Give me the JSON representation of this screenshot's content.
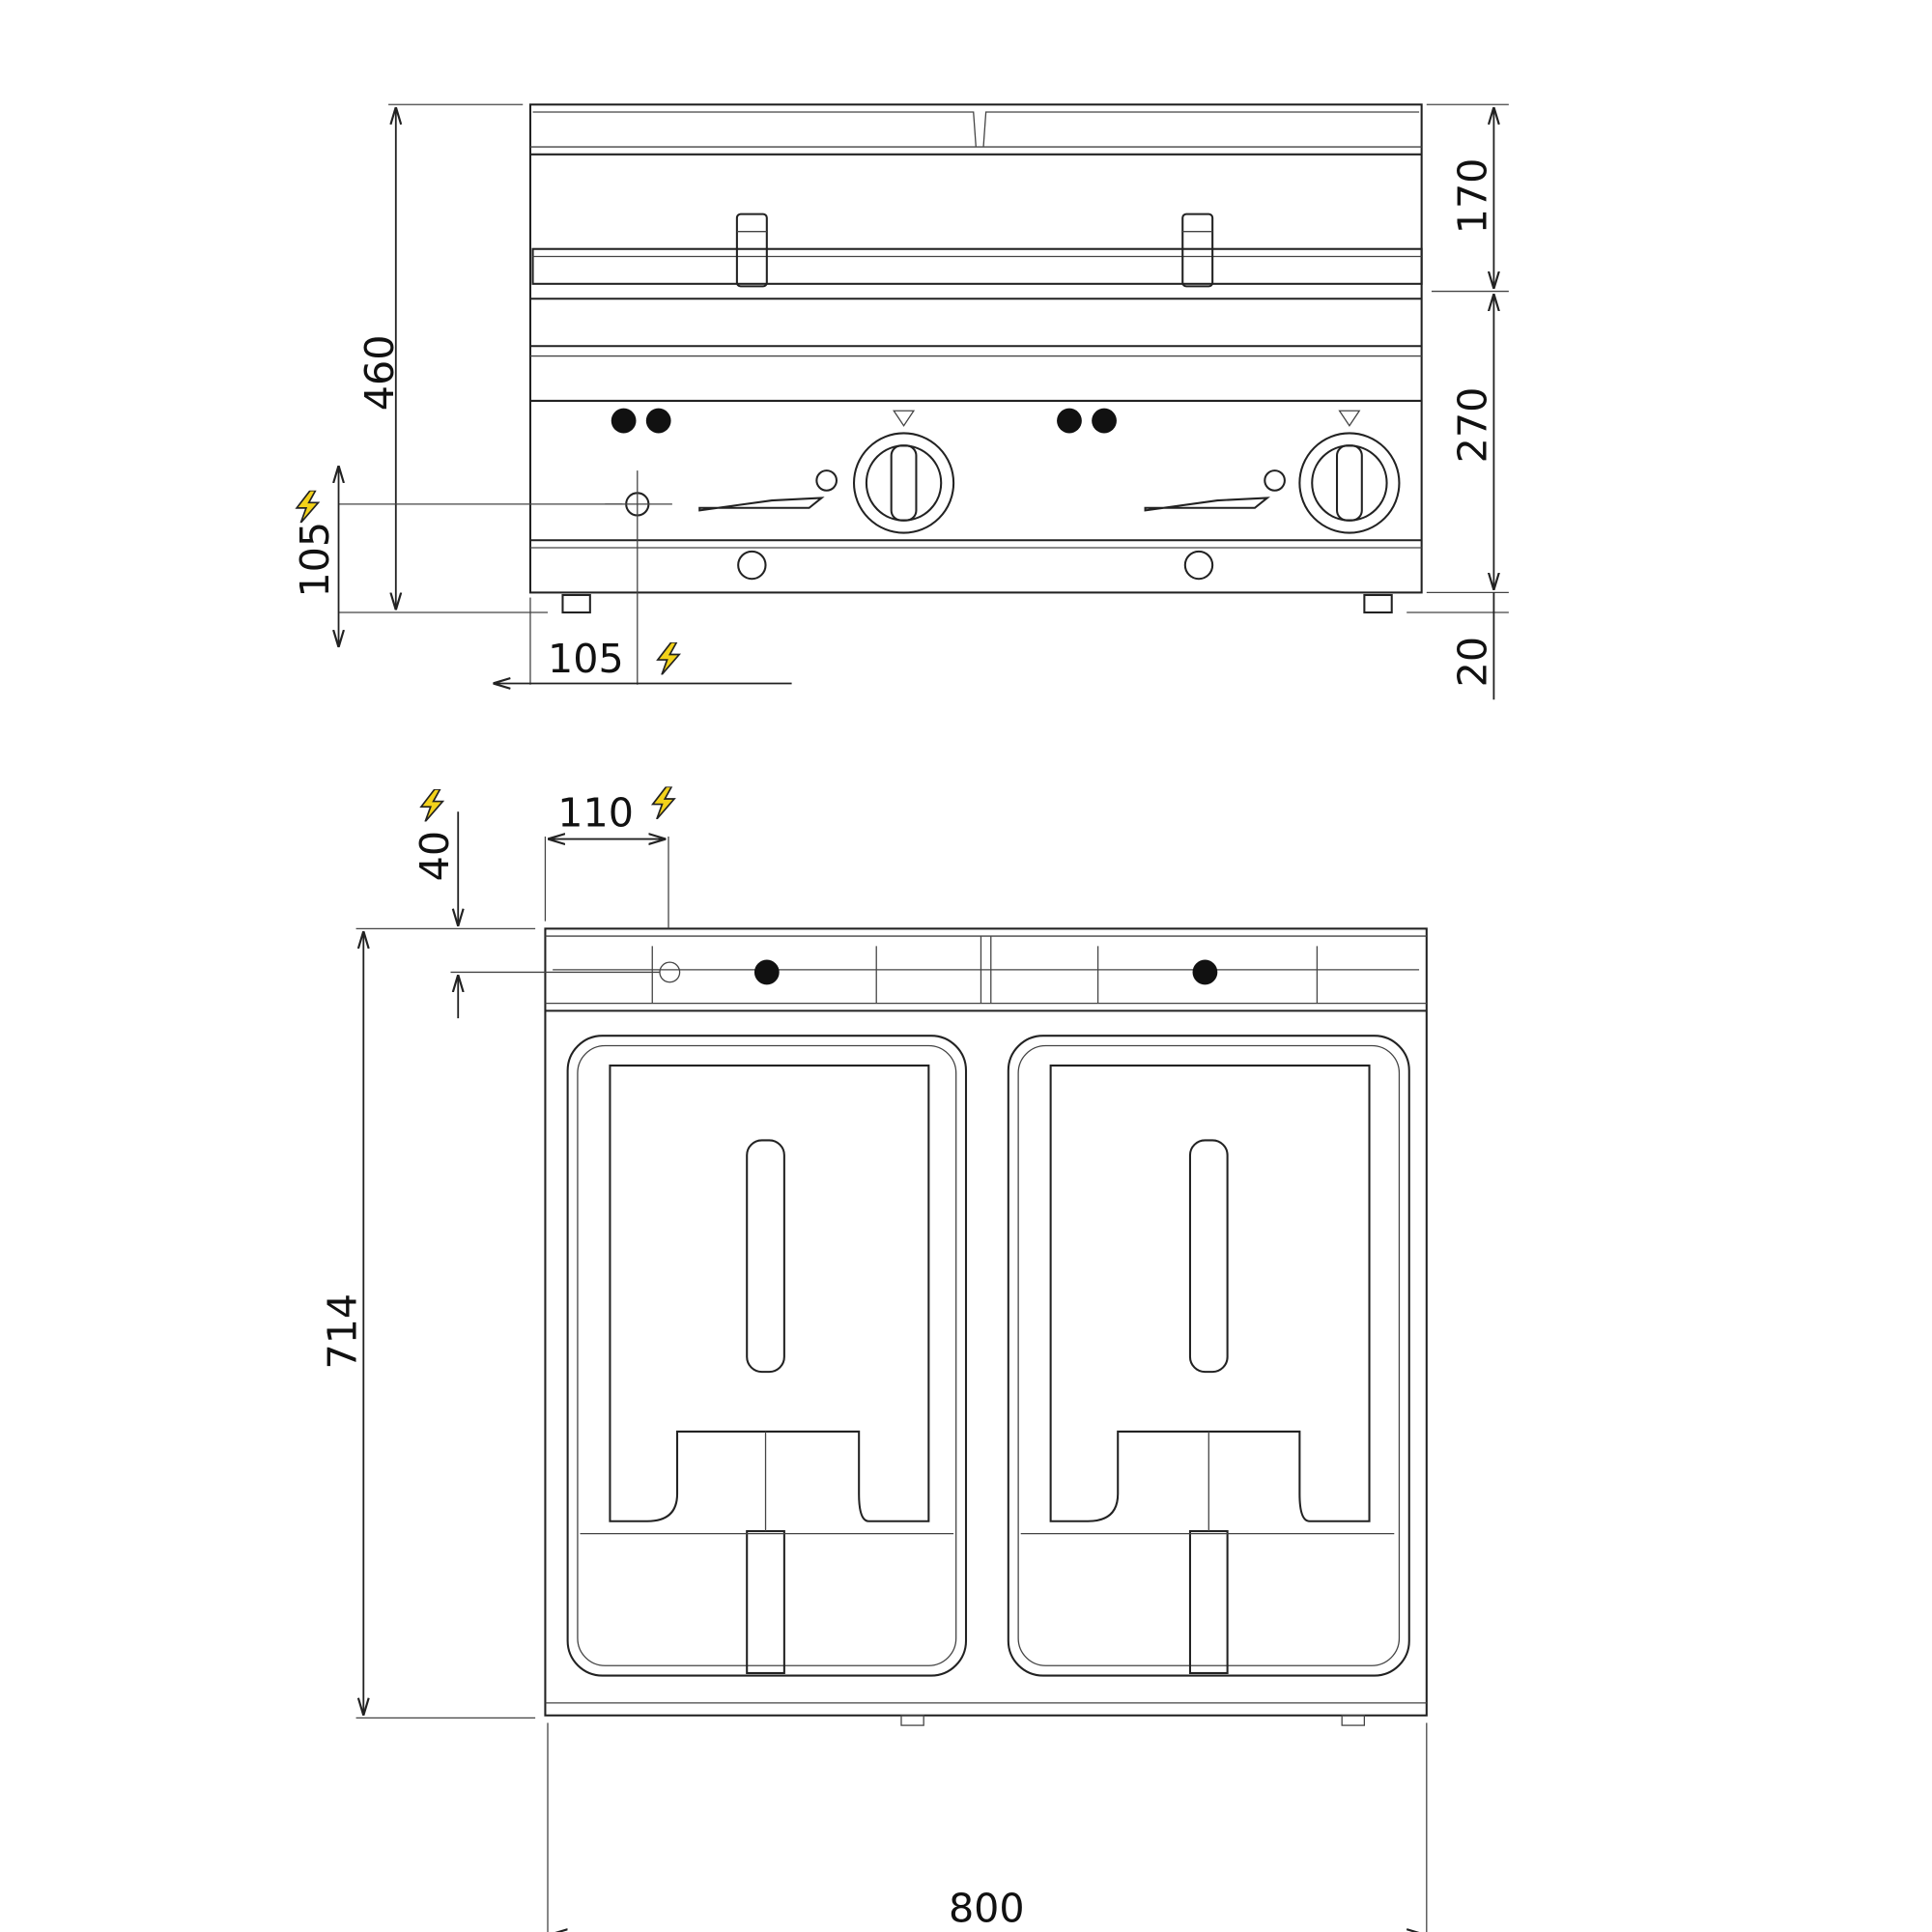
{
  "front_view": {
    "dimensions": {
      "total_height": "460",
      "top_section": "170",
      "panel_section": "270",
      "feet": "20",
      "power_height": "105",
      "power_offset": "105"
    }
  },
  "top_view": {
    "dimensions": {
      "depth": "714",
      "width": "800",
      "power_x": "110",
      "power_y": "40"
    }
  },
  "icons": {
    "power": "lightning-bolt-icon"
  },
  "colors": {
    "line": "#222222",
    "bolt": "#f3d21a"
  }
}
